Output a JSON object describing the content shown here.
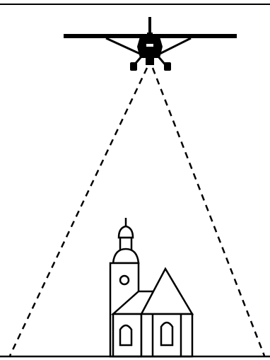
{
  "figure": {
    "ink_color": "#000000",
    "background_color": "#ffffff",
    "elements": {
      "top_border": "top-border-line",
      "airplane": "airplane-icon",
      "camera_cone": "camera-field-of-view",
      "church": "church-icon",
      "ground": "ground-line"
    }
  }
}
